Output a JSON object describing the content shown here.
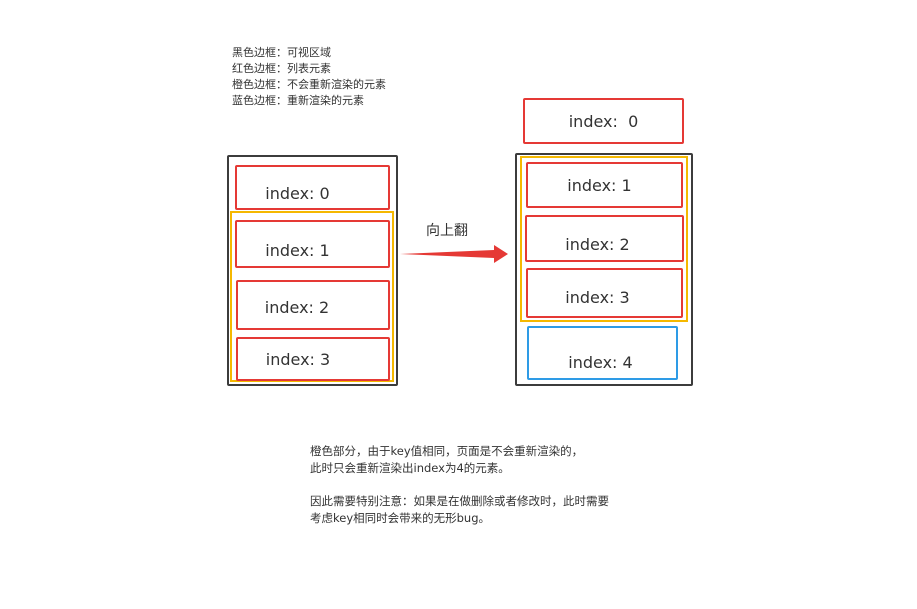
{
  "legend": [
    "黑色边框：可视区域",
    "红色边框：列表元素",
    "橙色边框：不会重新渲染的元素",
    "蓝色边框：重新渲染的元素"
  ],
  "left_list": {
    "items": [
      "index: 0",
      "index: 1",
      "index: 2",
      "index: 3"
    ]
  },
  "arrow_label": "向上翻",
  "right_list": {
    "top_item": "index:  0",
    "items": [
      "index: 1",
      "index: 2",
      "index: 3",
      "index: 4"
    ]
  },
  "notes": [
    "橙色部分，由于key值相同，页面是不会重新渲染的，",
    "此时只会重新渲染出index为4的元素。",
    "因此需要特别注意：如果是在做删除或者修改时，此时需要",
    "考虑key相同时会带来的无形bug。"
  ],
  "colors": {
    "viewport": "#3c3c3c",
    "list_item": "#e53935",
    "not_rerendered": "#f5b800",
    "rerendered": "#2e9be6",
    "arrow": "#e53935"
  }
}
